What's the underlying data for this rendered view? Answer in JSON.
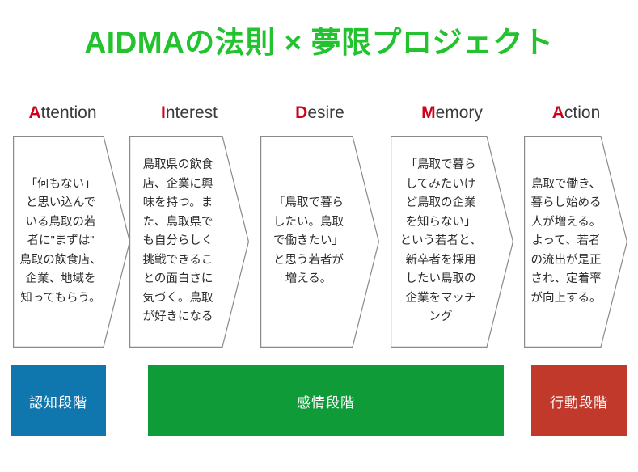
{
  "slide": {
    "title": "AIDMAの法則 × 夢限プロジェクト",
    "title_color": "#22c32e",
    "background": "#ffffff"
  },
  "stages": [
    {
      "key": "attention",
      "initial": "A",
      "rest": "ttention",
      "body": "「何もない」\nと思い込んで\nいる鳥取の若\n者に\"まずは\"\n鳥取の飲食店、\n企業、地域を\n知ってもらう。"
    },
    {
      "key": "interest",
      "initial": "I",
      "rest": "nterest",
      "body": "鳥取県の飲食\n店、企業に興\n味を持つ。ま\nた、鳥取県で\nも自分らしく\n挑戦できるこ\nとの面白さに\n気づく。鳥取\nが好きになる"
    },
    {
      "key": "desire",
      "initial": "D",
      "rest": "esire",
      "body": "「鳥取で暮ら\nしたい。鳥取\nで働きたい」\nと思う若者が\n増える。"
    },
    {
      "key": "memory",
      "initial": "M",
      "rest": "emory",
      "body": "「鳥取で暮ら\nしてみたいけ\nど鳥取の企業\nを知らない」\nという若者と、\n新卒者を採用\nしたい鳥取の\n企業をマッチ\nング"
    },
    {
      "key": "action",
      "initial": "A",
      "rest": "ction",
      "body": "鳥取で働き、\n暮らし始める\n人が増える。\nよって、若者\nの流出が是正\nされ、定着率\nが向上する。"
    }
  ],
  "stage_bars": [
    {
      "key": "awareness",
      "label": "認知段階",
      "color": "#1076ae"
    },
    {
      "key": "emotion",
      "label": "感情段階",
      "color": "#109b39"
    },
    {
      "key": "behavior",
      "label": "行動段階",
      "color": "#c0392b"
    }
  ],
  "chevron_style": {
    "stroke": "#8a8a8a",
    "fill": "#ffffff",
    "text_color": "#2b2b2b"
  }
}
